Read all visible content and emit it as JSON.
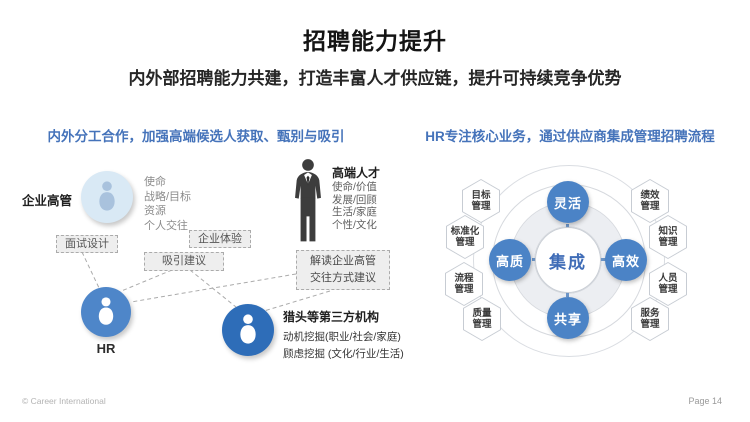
{
  "slide": {
    "title": "招聘能力提升",
    "subtitle": "内外部招聘能力共建，打造丰富人才供应链，提升可持续竞争优势"
  },
  "left_section": {
    "header": "内外分工合作，加强高端候选人获取、甄别与吸引",
    "executive": {
      "label": "企业高管",
      "attributes": "使命\n战略/目标\n资源\n个人交往"
    },
    "talent": {
      "label": "高端人才",
      "attributes": "使命/价值\n发展/回顾\n生活/家庭\n个性/文化"
    },
    "hr": {
      "label": "HR"
    },
    "agency": {
      "label": "猎头等第三方机构",
      "note1": "动机挖掘(职业/社会/家庭)",
      "note2": "顾虑挖掘 (文化/行业/生活)"
    },
    "boxes": {
      "interview": "面试设计",
      "experience": "企业体验",
      "attract": "吸引建议",
      "interpret_line1": "解读企业高管",
      "interpret_line2": "交往方式建议"
    }
  },
  "right_section": {
    "header": "HR专注核心业务，通过供应商集成管理招聘流程",
    "center": "集成",
    "satellites": [
      {
        "label": "灵活",
        "pos": "top"
      },
      {
        "label": "高质",
        "pos": "left"
      },
      {
        "label": "高效",
        "pos": "right"
      },
      {
        "label": "共享",
        "pos": "bottom"
      }
    ],
    "hexagons": [
      {
        "line1": "目标",
        "line2": "管理"
      },
      {
        "line1": "标准化",
        "line2": "管理"
      },
      {
        "line1": "流程",
        "line2": "管理"
      },
      {
        "line1": "质量",
        "line2": "管理"
      },
      {
        "line1": "绩效",
        "line2": "管理"
      },
      {
        "line1": "知识",
        "line2": "管理"
      },
      {
        "line1": "人员",
        "line2": "管理"
      },
      {
        "line1": "服务",
        "line2": "管理"
      }
    ]
  },
  "footer": {
    "copyright": "© Career International",
    "page": "Page 14"
  },
  "colors": {
    "accent_blue": "#4573ba",
    "satellite_blue": "#4b83c6",
    "hr_blue": "#4e86c9",
    "agency_blue": "#2e6db8",
    "exec_light_blue": "#d9e9f5",
    "center_text_blue": "#3f6cb7"
  }
}
